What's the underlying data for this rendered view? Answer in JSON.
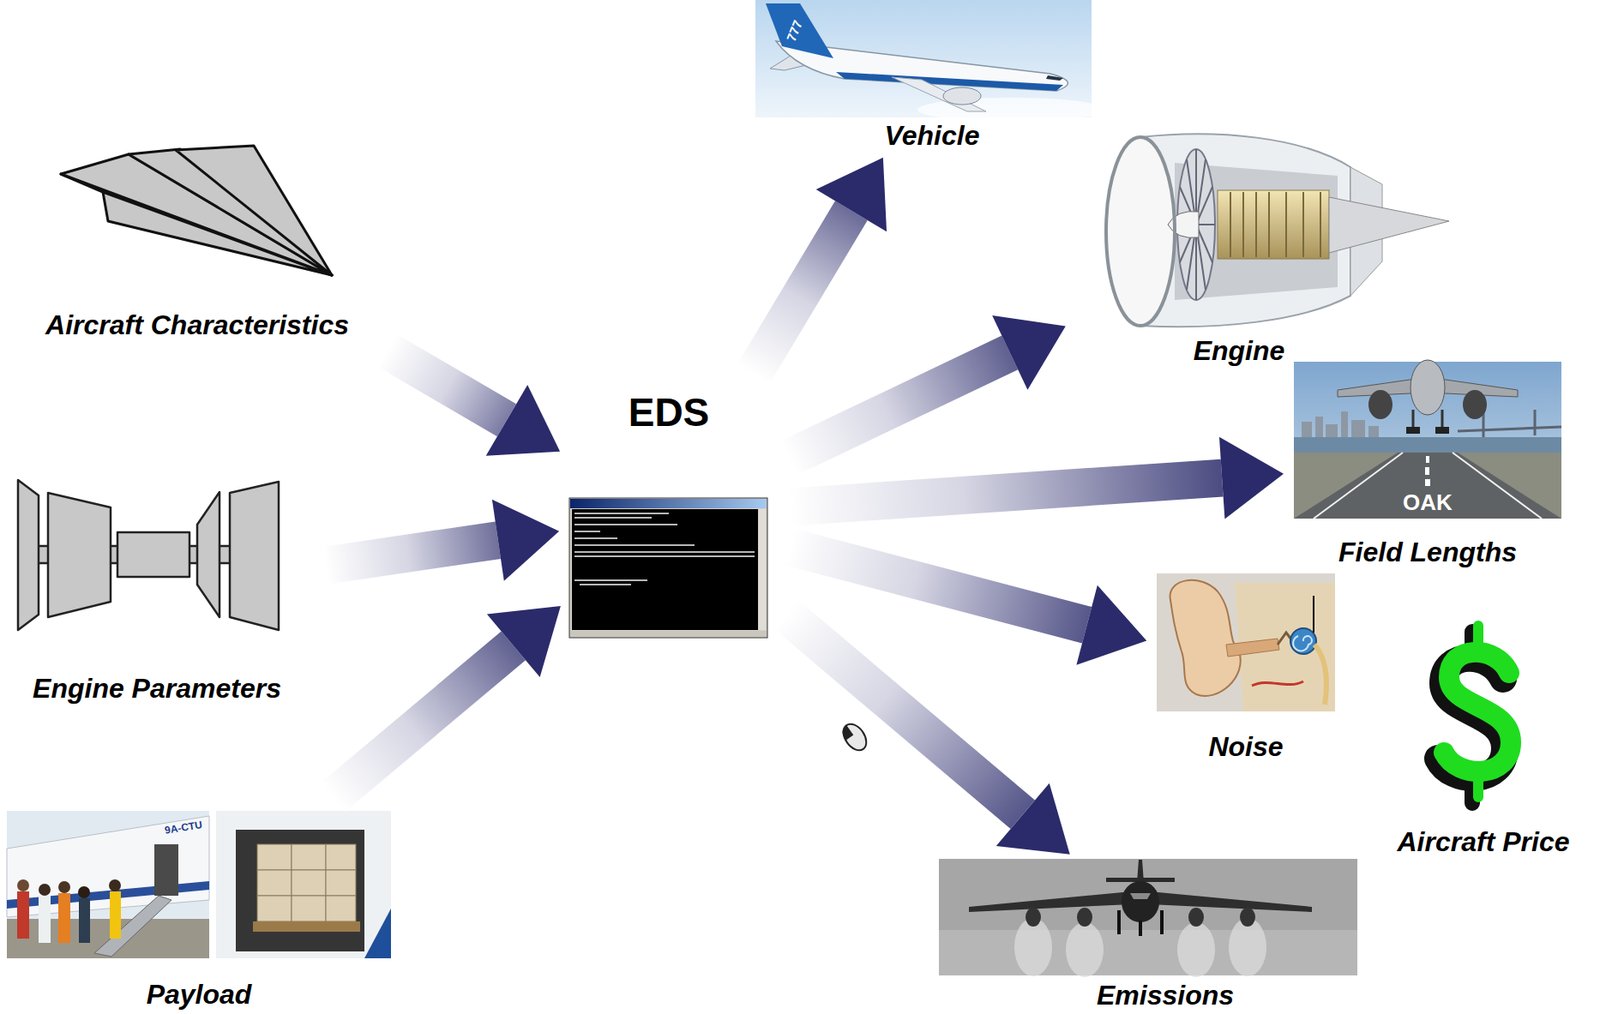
{
  "diagram": {
    "nodes": [
      {
        "text": [
          "Aircraft Characteristics"
        ]
      },
      {
        "text": [
          "Engine Parameters"
        ]
      },
      {
        "text": [
          "Payload"
        ]
      },
      {
        "text": [
          "EDS"
        ]
      },
      {
        "text": [
          "Vehicle"
        ]
      },
      {
        "text": [
          "Engine"
        ]
      },
      {
        "text": [
          "Field Lengths"
        ]
      },
      {
        "text": [
          "Noise"
        ]
      },
      {
        "text": [
          "Aircraft Price"
        ]
      },
      {
        "text": [
          "Emissions"
        ]
      }
    ],
    "edges": [
      {
        "from": 0,
        "to": 3,
        "arrow": "to"
      },
      {
        "from": 1,
        "to": 3,
        "arrow": "to"
      },
      {
        "from": 2,
        "to": 3,
        "arrow": "to"
      },
      {
        "from": 3,
        "to": 4,
        "arrow": "to"
      },
      {
        "from": 3,
        "to": 5,
        "arrow": "to"
      },
      {
        "from": 3,
        "to": 6,
        "arrow": "to"
      },
      {
        "from": 3,
        "to": 7,
        "arrow": "to"
      },
      {
        "from": 3,
        "to": 9,
        "arrow": "to"
      }
    ],
    "labels": [
      "777",
      "OAK",
      "9A-CTU"
    ]
  }
}
